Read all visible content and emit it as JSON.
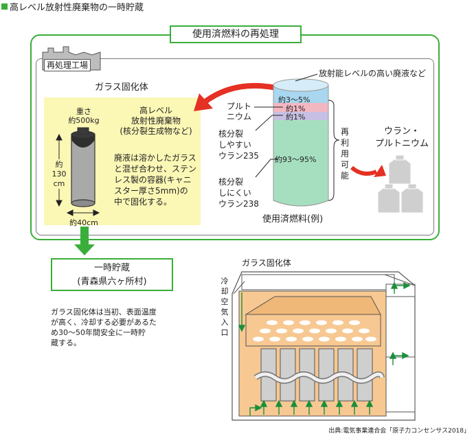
{
  "heading": "高レベル放射性廃棄物の一時貯蔵",
  "reprocessing": {
    "box_title": "使用済燃料の再処理",
    "factory_label": "再処理工場",
    "glass_title": "ガラス固化体",
    "weight_label": "重さ",
    "weight_value": "約500kg",
    "height_label_1": "約",
    "height_label_2": "130",
    "height_label_3": "cm",
    "width_label": "約40cm",
    "hlw_line1": "高レベル",
    "hlw_line2": "放射性廃棄物",
    "hlw_line3": "(核分裂生成物など)",
    "desc_lines": [
      "廃液は溶かしたガラス",
      "と混ぜ合わせ、ステン",
      "レス製の容器(キャニ",
      "スター厚さ5mm)の",
      "中で固化する。"
    ],
    "fuel_top_label": "放射能レベルの高い廃液など",
    "pct_top": "約3～5%",
    "pu_label_1": "プルト",
    "pu_label_2": "ニウム",
    "pct_pu": "約1%",
    "pct_u235": "約1%",
    "u235_lines": [
      "核分裂",
      "しやすい",
      "ウラン235"
    ],
    "pct_u238": "約93～95%",
    "u238_lines": [
      "核分裂",
      "しにくい",
      "ウラン238"
    ],
    "fuel_caption": "使用済燃料(例)",
    "reuse_label": [
      "再",
      "利",
      "用",
      "可",
      "能"
    ],
    "up_label_1": "ウラン・",
    "up_label_2": "プルトニウム"
  },
  "storage": {
    "box_line1": "一時貯蔵",
    "box_line2": "(青森県六ヶ所村)",
    "desc_lines": [
      "ガラス固化体は当初、表面温度",
      "が高く、冷却する必要があるた",
      "め30～50年間安全に一時貯",
      "蔵する。"
    ],
    "facility_label": "ガラス固化体",
    "air_inlet": [
      "冷",
      "却",
      "空",
      "気",
      "入",
      "口"
    ]
  },
  "source": "出典:電気事業連合会「原子力コンセンサス2018」",
  "colors": {
    "green": "#3aae3a",
    "red": "#e53024",
    "yellow_panel": "#fbf7b5",
    "fuel_top": "#a8d7ef",
    "fuel_pu": "#f3b7c2",
    "fuel_u235": "#c7c0e4",
    "fuel_u238": "#a6dfc0",
    "facility": "#f7c892"
  }
}
